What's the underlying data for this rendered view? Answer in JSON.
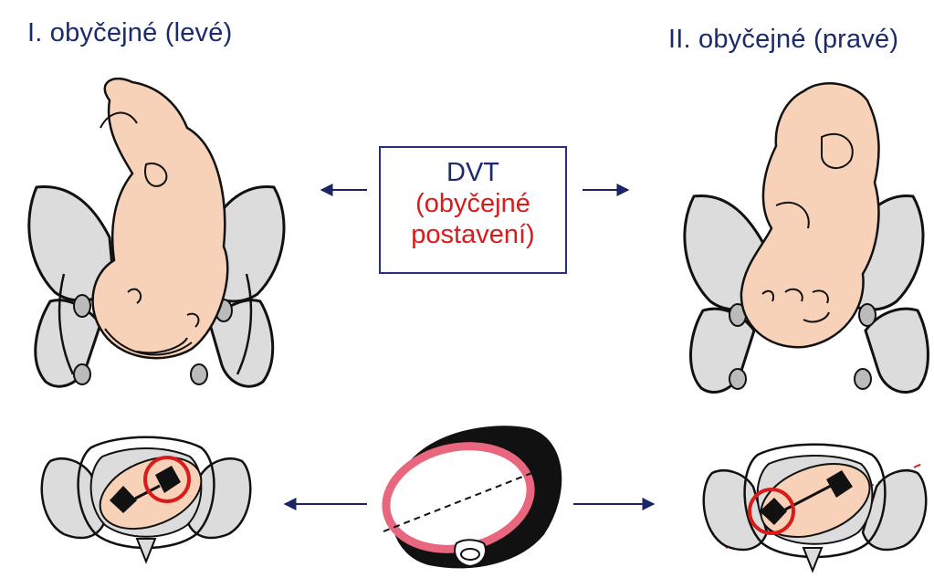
{
  "titles": {
    "left": "I. obyčejné (levé)",
    "right": "II. obyčejné (pravé)"
  },
  "center_box": {
    "title": "DVT",
    "subtitle_line1": "(obyčejné",
    "subtitle_line2": "postavení)"
  },
  "colors": {
    "text_blue": "#1a2a6c",
    "accent_red": "#d81b1b",
    "skin": "#f8d2b8",
    "bone": "#dcdcdc",
    "arrow": "#1c2466",
    "pink_ring": "#e8677f"
  },
  "icons": {
    "fetus_left": "fetus-icon",
    "fetus_right": "fetus-icon",
    "pelvis_bottom_left": "pelvis-icon",
    "pelvis_bottom_right": "pelvis-icon",
    "pelvic_inlet_center": "pelvic-inlet-icon"
  }
}
